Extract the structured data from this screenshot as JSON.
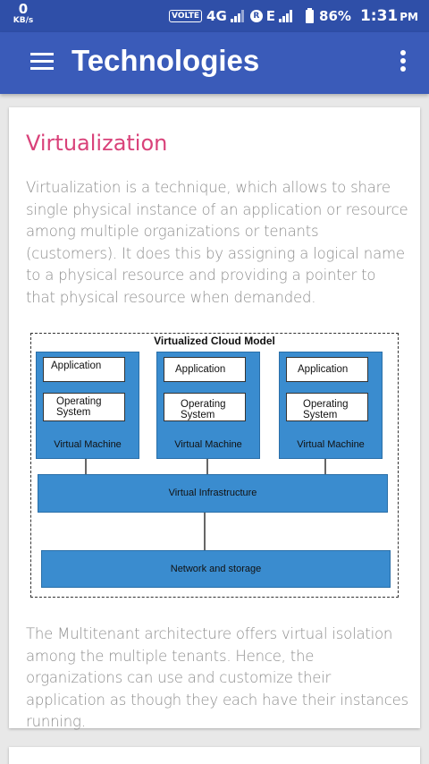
{
  "status_bar": {
    "net_speed": "0",
    "net_unit": "KB/s",
    "volte": "VOLTE",
    "net1": "4G",
    "roaming": "R",
    "net2": "E",
    "battery": "86%",
    "time": "1:31",
    "ampm": "PM"
  },
  "app_bar": {
    "title": "Technologies"
  },
  "article": {
    "title": "Virtualization",
    "para1": "Virtualization is a technique, which allows to share single physical instance of an application or resource among multiple organizations or tenants (customers). It does this by assigning a logical name to a physical resource and providing a pointer to that physical resource when demanded.",
    "para2": "The Multitenant architecture offers virtual isolation among the multiple tenants. Hence, the organizations can use and customize their application as though they each have their instances running."
  },
  "diagram": {
    "title": "Virtualized Cloud Model",
    "vms": [
      {
        "app": "Application",
        "os": "Operating System",
        "label": "Virtual Machine"
      },
      {
        "app": "Application",
        "os": "Operating System",
        "label": "Virtual Machine"
      },
      {
        "app": "Application",
        "os": "Operating System",
        "label": "Virtual Machine"
      }
    ],
    "infra": "Virtual Infrastructure",
    "network": "Network and storage"
  },
  "colors": {
    "app_bar": "#3a5bb9",
    "status_bar": "#2f4fa8",
    "title_accent": "#d9427a",
    "diagram_blue": "#3a8ccf"
  }
}
